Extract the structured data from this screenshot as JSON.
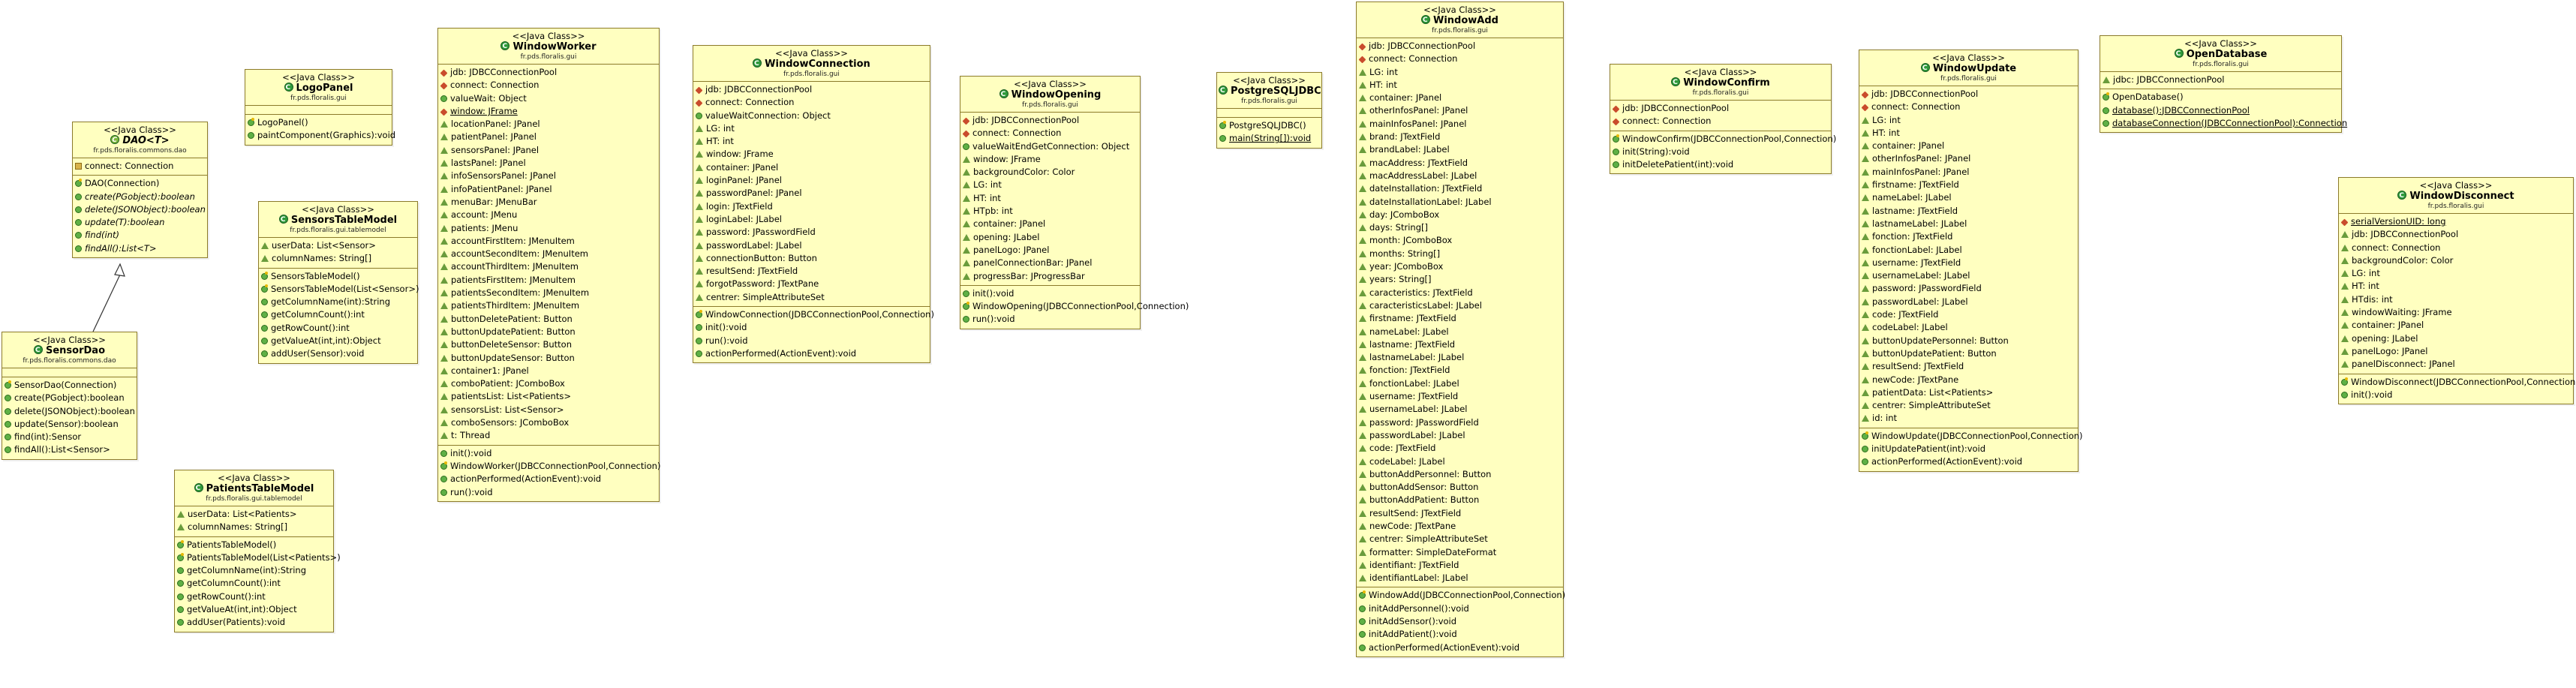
{
  "stereotype": "<<Java Class>>",
  "classes": {
    "dao": {
      "name": "DAO<T>",
      "pkg": "fr.pds.floralis.commons.dao",
      "attrs": [
        [
          "prot",
          "connect: Connection",
          ""
        ]
      ],
      "ops": [
        [
          "pub-ctor",
          "DAO(Connection)",
          ""
        ],
        [
          "pub",
          "create(PGobject):boolean",
          "it"
        ],
        [
          "pub",
          "delete(JSONObject):boolean",
          "it"
        ],
        [
          "pub",
          "update(T):boolean",
          "it"
        ],
        [
          "pub",
          "find(int)",
          "it"
        ],
        [
          "pub",
          "findAll():List<T>",
          "it"
        ]
      ]
    },
    "sensordao": {
      "name": "SensorDao",
      "pkg": "fr.pds.floralis.commons.dao",
      "attrs": [],
      "ops": [
        [
          "pub-ctor",
          "SensorDao(Connection)",
          ""
        ],
        [
          "pub",
          "create(PGobject):boolean",
          ""
        ],
        [
          "pub",
          "delete(JSONObject):boolean",
          ""
        ],
        [
          "pub",
          "update(Sensor):boolean",
          ""
        ],
        [
          "pub",
          "find(int):Sensor",
          ""
        ],
        [
          "pub",
          "findAll():List<Sensor>",
          ""
        ]
      ]
    },
    "logopanel": {
      "name": "LogoPanel",
      "pkg": "fr.pds.floralis.gui",
      "attrs": [],
      "ops": [
        [
          "pub-ctor",
          "LogoPanel()",
          ""
        ],
        [
          "pub",
          "paintComponent(Graphics):void",
          ""
        ]
      ]
    },
    "sensorstable": {
      "name": "SensorsTableModel",
      "pkg": "fr.pds.floralis.gui.tablemodel",
      "attrs": [
        [
          "pkgv",
          "userData: List<Sensor>",
          ""
        ],
        [
          "pkgv",
          "columnNames: String[]",
          ""
        ]
      ],
      "ops": [
        [
          "pub-ctor",
          "SensorsTableModel()",
          ""
        ],
        [
          "pub-ctor",
          "SensorsTableModel(List<Sensor>)",
          ""
        ],
        [
          "pub",
          "getColumnName(int):String",
          ""
        ],
        [
          "pub",
          "getColumnCount():int",
          ""
        ],
        [
          "pub",
          "getRowCount():int",
          ""
        ],
        [
          "pub",
          "getValueAt(int,int):Object",
          ""
        ],
        [
          "pub",
          "addUser(Sensor):void",
          ""
        ]
      ]
    },
    "patientstable": {
      "name": "PatientsTableModel",
      "pkg": "fr.pds.floralis.gui.tablemodel",
      "attrs": [
        [
          "pkgv",
          "userData: List<Patients>",
          ""
        ],
        [
          "pkgv",
          "columnNames: String[]",
          ""
        ]
      ],
      "ops": [
        [
          "pub-ctor",
          "PatientsTableModel()",
          ""
        ],
        [
          "pub-ctor",
          "PatientsTableModel(List<Patients>)",
          ""
        ],
        [
          "pub",
          "getColumnName(int):String",
          ""
        ],
        [
          "pub",
          "getColumnCount():int",
          ""
        ],
        [
          "pub",
          "getRowCount():int",
          ""
        ],
        [
          "pub",
          "getValueAt(int,int):Object",
          ""
        ],
        [
          "pub",
          "addUser(Patients):void",
          ""
        ]
      ]
    },
    "windowworker": {
      "name": "WindowWorker",
      "pkg": "fr.pds.floralis.gui",
      "attrs": [
        [
          "priv",
          "jdb: JDBCConnectionPool",
          ""
        ],
        [
          "priv",
          "connect: Connection",
          ""
        ],
        [
          "pub",
          "valueWait: Object",
          ""
        ],
        [
          "priv",
          "window: JFrame",
          "u"
        ],
        [
          "pkgv",
          "locationPanel: JPanel",
          ""
        ],
        [
          "pkgv",
          "patientPanel: JPanel",
          ""
        ],
        [
          "pkgv",
          "sensorsPanel: JPanel",
          ""
        ],
        [
          "pkgv",
          "lastsPanel: JPanel",
          ""
        ],
        [
          "pkgv",
          "infoSensorsPanel: JPanel",
          ""
        ],
        [
          "pkgv",
          "infoPatientPanel: JPanel",
          ""
        ],
        [
          "pkgv",
          "menuBar: JMenuBar",
          ""
        ],
        [
          "pkgv",
          "account: JMenu",
          ""
        ],
        [
          "pkgv",
          "patients: JMenu",
          ""
        ],
        [
          "pkgv",
          "accountFirstItem: JMenuItem",
          ""
        ],
        [
          "pkgv",
          "accountSecondItem: JMenuItem",
          ""
        ],
        [
          "pkgv",
          "accountThirdItem: JMenuItem",
          ""
        ],
        [
          "pkgv",
          "patientsFirstItem: JMenuItem",
          ""
        ],
        [
          "pkgv",
          "patientsSecondItem: JMenuItem",
          ""
        ],
        [
          "pkgv",
          "patientsThirdItem: JMenuItem",
          ""
        ],
        [
          "pkgv",
          "buttonDeletePatient: Button",
          ""
        ],
        [
          "pkgv",
          "buttonUpdatePatient: Button",
          ""
        ],
        [
          "pkgv",
          "buttonDeleteSensor: Button",
          ""
        ],
        [
          "pkgv",
          "buttonUpdateSensor: Button",
          ""
        ],
        [
          "pkgv",
          "container1: JPanel",
          ""
        ],
        [
          "pkgv",
          "comboPatient: JComboBox",
          ""
        ],
        [
          "pkgv",
          "patientsList: List<Patients>",
          ""
        ],
        [
          "pkgv",
          "sensorsList: List<Sensor>",
          ""
        ],
        [
          "pkgv",
          "comboSensors: JComboBox",
          ""
        ],
        [
          "pkgv",
          "t: Thread",
          ""
        ]
      ],
      "ops": [
        [
          "pub",
          "init():void",
          ""
        ],
        [
          "pub-ctor",
          "WindowWorker(JDBCConnectionPool,Connection)",
          ""
        ],
        [
          "pub",
          "actionPerformed(ActionEvent):void",
          ""
        ],
        [
          "pub",
          "run():void",
          ""
        ]
      ]
    },
    "windowconnection": {
      "name": "WindowConnection",
      "pkg": "fr.pds.floralis.gui",
      "attrs": [
        [
          "priv",
          "jdb: JDBCConnectionPool",
          ""
        ],
        [
          "priv",
          "connect: Connection",
          ""
        ],
        [
          "pub",
          "valueWaitConnection: Object",
          ""
        ],
        [
          "pkgv",
          "LG: int",
          ""
        ],
        [
          "pkgv",
          "HT: int",
          ""
        ],
        [
          "pkgv",
          "window: JFrame",
          ""
        ],
        [
          "pkgv",
          "container: JPanel",
          ""
        ],
        [
          "pkgv",
          "loginPanel: JPanel",
          ""
        ],
        [
          "pkgv",
          "passwordPanel: JPanel",
          ""
        ],
        [
          "pkgv",
          "login: JTextField",
          ""
        ],
        [
          "pkgv",
          "loginLabel: JLabel",
          ""
        ],
        [
          "pkgv",
          "password: JPasswordField",
          ""
        ],
        [
          "pkgv",
          "passwordLabel: JLabel",
          ""
        ],
        [
          "pkgv",
          "connectionButton: Button",
          ""
        ],
        [
          "pkgv",
          "resultSend: JTextField",
          ""
        ],
        [
          "pkgv",
          "forgotPassword: JTextPane",
          ""
        ],
        [
          "pkgv",
          "centrer: SimpleAttributeSet",
          ""
        ]
      ],
      "ops": [
        [
          "pub-ctor",
          "WindowConnection(JDBCConnectionPool,Connection)",
          ""
        ],
        [
          "pub",
          "init():void",
          ""
        ],
        [
          "pub",
          "run():void",
          ""
        ],
        [
          "pub",
          "actionPerformed(ActionEvent):void",
          ""
        ]
      ]
    },
    "windowopening": {
      "name": "WindowOpening",
      "pkg": "fr.pds.floralis.gui",
      "attrs": [
        [
          "priv",
          "jdb: JDBCConnectionPool",
          ""
        ],
        [
          "priv",
          "connect: Connection",
          ""
        ],
        [
          "pub",
          "valueWaitEndGetConnection: Object",
          ""
        ],
        [
          "pkgv",
          "window: JFrame",
          ""
        ],
        [
          "pkgv",
          "backgroundColor: Color",
          ""
        ],
        [
          "pkgv",
          "LG: int",
          ""
        ],
        [
          "pkgv",
          "HT: int",
          ""
        ],
        [
          "pkgv",
          "HTpb: int",
          ""
        ],
        [
          "pkgv",
          "container: JPanel",
          ""
        ],
        [
          "pkgv",
          "opening: JLabel",
          ""
        ],
        [
          "pkgv",
          "panelLogo: JPanel",
          ""
        ],
        [
          "pkgv",
          "panelConnectionBar: JPanel",
          ""
        ],
        [
          "pkgv",
          "progressBar: JProgressBar",
          ""
        ]
      ],
      "ops": [
        [
          "pub",
          "init():void",
          ""
        ],
        [
          "pub-ctor",
          "WindowOpening(JDBCConnectionPool,Connection)",
          ""
        ],
        [
          "pub",
          "run():void",
          ""
        ]
      ]
    },
    "postgre": {
      "name": "PostgreSQLJDBC",
      "pkg": "fr.pds.floralis.gui",
      "attrs": [],
      "ops": [
        [
          "pub-ctor",
          "PostgreSQLJDBC()",
          ""
        ],
        [
          "pub",
          "main(String[]):void",
          "u"
        ]
      ]
    },
    "windowadd": {
      "name": "WindowAdd",
      "pkg": "fr.pds.floralis.gui",
      "attrs": [
        [
          "priv",
          "jdb: JDBCConnectionPool",
          ""
        ],
        [
          "priv",
          "connect: Connection",
          ""
        ],
        [
          "pkgv",
          "LG: int",
          ""
        ],
        [
          "pkgv",
          "HT: int",
          ""
        ],
        [
          "pkgv",
          "container: JPanel",
          ""
        ],
        [
          "pkgv",
          "otherInfosPanel: JPanel",
          ""
        ],
        [
          "pkgv",
          "mainInfosPanel: JPanel",
          ""
        ],
        [
          "pkgv",
          "brand: JTextField",
          ""
        ],
        [
          "pkgv",
          "brandLabel: JLabel",
          ""
        ],
        [
          "pkgv",
          "macAddress: JTextField",
          ""
        ],
        [
          "pkgv",
          "macAddressLabel: JLabel",
          ""
        ],
        [
          "pkgv",
          "dateInstallation: JTextField",
          ""
        ],
        [
          "pkgv",
          "dateInstallationLabel: JLabel",
          ""
        ],
        [
          "pkgv",
          "day: JComboBox",
          ""
        ],
        [
          "pkgv",
          "days: String[]",
          ""
        ],
        [
          "pkgv",
          "month: JComboBox",
          ""
        ],
        [
          "pkgv",
          "months: String[]",
          ""
        ],
        [
          "pkgv",
          "year: JComboBox",
          ""
        ],
        [
          "pkgv",
          "years: String[]",
          ""
        ],
        [
          "pkgv",
          "caracteristics: JTextField",
          ""
        ],
        [
          "pkgv",
          "caracteristicsLabel: JLabel",
          ""
        ],
        [
          "pkgv",
          "firstname: JTextField",
          ""
        ],
        [
          "pkgv",
          "nameLabel: JLabel",
          ""
        ],
        [
          "pkgv",
          "lastname: JTextField",
          ""
        ],
        [
          "pkgv",
          "lastnameLabel: JLabel",
          ""
        ],
        [
          "pkgv",
          "fonction: JTextField",
          ""
        ],
        [
          "pkgv",
          "fonctionLabel: JLabel",
          ""
        ],
        [
          "pkgv",
          "username: JTextField",
          ""
        ],
        [
          "pkgv",
          "usernameLabel: JLabel",
          ""
        ],
        [
          "pkgv",
          "password: JPasswordField",
          ""
        ],
        [
          "pkgv",
          "passwordLabel: JLabel",
          ""
        ],
        [
          "pkgv",
          "code: JTextField",
          ""
        ],
        [
          "pkgv",
          "codeLabel: JLabel",
          ""
        ],
        [
          "pkgv",
          "buttonAddPersonnel: Button",
          ""
        ],
        [
          "pkgv",
          "buttonAddSensor: Button",
          ""
        ],
        [
          "pkgv",
          "buttonAddPatient: Button",
          ""
        ],
        [
          "pkgv",
          "resultSend: JTextField",
          ""
        ],
        [
          "pkgv",
          "newCode: JTextPane",
          ""
        ],
        [
          "pkgv",
          "centrer: SimpleAttributeSet",
          ""
        ],
        [
          "pkgv",
          "formatter: SimpleDateFormat",
          ""
        ],
        [
          "pkgv",
          "identifiant: JTextField",
          ""
        ],
        [
          "pkgv",
          "identifiantLabel: JLabel",
          ""
        ]
      ],
      "ops": [
        [
          "pub-ctor",
          "WindowAdd(JDBCConnectionPool,Connection)",
          ""
        ],
        [
          "pub",
          "initAddPersonnel():void",
          ""
        ],
        [
          "pub",
          "initAddSensor():void",
          ""
        ],
        [
          "pub",
          "initAddPatient():void",
          ""
        ],
        [
          "pub",
          "actionPerformed(ActionEvent):void",
          ""
        ]
      ]
    },
    "windowconfirm": {
      "name": "WindowConfirm",
      "pkg": "fr.pds.floralis.gui",
      "attrs": [
        [
          "priv",
          "jdb: JDBCConnectionPool",
          ""
        ],
        [
          "priv",
          "connect: Connection",
          ""
        ]
      ],
      "ops": [
        [
          "pub-ctor",
          "WindowConfirm(JDBCConnectionPool,Connection)",
          ""
        ],
        [
          "pub",
          "init(String):void",
          ""
        ],
        [
          "pub",
          "initDeletePatient(int):void",
          ""
        ]
      ]
    },
    "windowupdate": {
      "name": "WindowUpdate",
      "pkg": "fr.pds.floralis.gui",
      "attrs": [
        [
          "priv",
          "jdb: JDBCConnectionPool",
          ""
        ],
        [
          "priv",
          "connect: Connection",
          ""
        ],
        [
          "pkgv",
          "LG: int",
          ""
        ],
        [
          "pkgv",
          "HT: int",
          ""
        ],
        [
          "pkgv",
          "container: JPanel",
          ""
        ],
        [
          "pkgv",
          "otherInfosPanel: JPanel",
          ""
        ],
        [
          "pkgv",
          "mainInfosPanel: JPanel",
          ""
        ],
        [
          "pkgv",
          "firstname: JTextField",
          ""
        ],
        [
          "pkgv",
          "nameLabel: JLabel",
          ""
        ],
        [
          "pkgv",
          "lastname: JTextField",
          ""
        ],
        [
          "pkgv",
          "lastnameLabel: JLabel",
          ""
        ],
        [
          "pkgv",
          "fonction: JTextField",
          ""
        ],
        [
          "pkgv",
          "fonctionLabel: JLabel",
          ""
        ],
        [
          "pkgv",
          "username: JTextField",
          ""
        ],
        [
          "pkgv",
          "usernameLabel: JLabel",
          ""
        ],
        [
          "pkgv",
          "password: JPasswordField",
          ""
        ],
        [
          "pkgv",
          "passwordLabel: JLabel",
          ""
        ],
        [
          "pkgv",
          "code: JTextField",
          ""
        ],
        [
          "pkgv",
          "codeLabel: JLabel",
          ""
        ],
        [
          "pkgv",
          "buttonUpdatePersonnel: Button",
          ""
        ],
        [
          "pkgv",
          "buttonUpdatePatient: Button",
          ""
        ],
        [
          "pkgv",
          "resultSend: JTextField",
          ""
        ],
        [
          "pkgv",
          "newCode: JTextPane",
          ""
        ],
        [
          "pkgv",
          "patientData: List<Patients>",
          ""
        ],
        [
          "pkgv",
          "centrer: SimpleAttributeSet",
          ""
        ],
        [
          "pkgv",
          "id: int",
          ""
        ]
      ],
      "ops": [
        [
          "pub-ctor",
          "WindowUpdate(JDBCConnectionPool,Connection)",
          ""
        ],
        [
          "pub",
          "initUpdatePatient(int):void",
          ""
        ],
        [
          "pub",
          "actionPerformed(ActionEvent):void",
          ""
        ]
      ]
    },
    "opendatabase": {
      "name": "OpenDatabase",
      "pkg": "fr.pds.floralis.gui",
      "attrs": [
        [
          "pkgv",
          "jdbc: JDBCConnectionPool",
          ""
        ]
      ],
      "ops": [
        [
          "pub-ctor",
          "OpenDatabase()",
          ""
        ],
        [
          "pub",
          "database():JDBCConnectionPool",
          "u"
        ],
        [
          "pub",
          "databaseConnection(JDBCConnectionPool):Connection",
          "u"
        ]
      ]
    },
    "windowdisconnect": {
      "name": "WindowDisconnect",
      "pkg": "fr.pds.floralis.gui",
      "attrs": [
        [
          "priv",
          "serialVersionUID: long",
          "u"
        ],
        [
          "pkgv",
          "jdb: JDBCConnectionPool",
          ""
        ],
        [
          "pkgv",
          "connect: Connection",
          ""
        ],
        [
          "pkgv",
          "backgroundColor: Color",
          ""
        ],
        [
          "pkgv",
          "LG: int",
          ""
        ],
        [
          "pkgv",
          "HT: int",
          ""
        ],
        [
          "pkgv",
          "HTdis: int",
          ""
        ],
        [
          "pkgv",
          "windowWaiting: JFrame",
          ""
        ],
        [
          "pkgv",
          "container: JPanel",
          ""
        ],
        [
          "pkgv",
          "opening: JLabel",
          ""
        ],
        [
          "pkgv",
          "panelLogo: JPanel",
          ""
        ],
        [
          "pkgv",
          "panelDisconnect: JPanel",
          ""
        ]
      ],
      "ops": [
        [
          "pub-ctor",
          "WindowDisconnect(JDBCConnectionPool,Connection)",
          ""
        ],
        [
          "pub",
          "init():void",
          ""
        ]
      ]
    }
  }
}
